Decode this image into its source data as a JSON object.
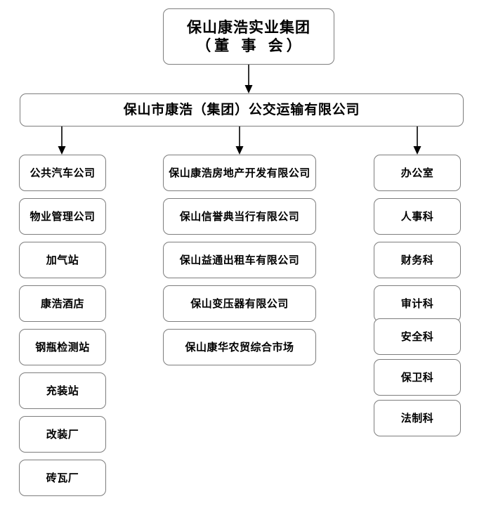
{
  "chart": {
    "title_root_line1": "保山康浩实业集团",
    "title_root_line2": "（董 事 会）",
    "level2": "保山市康浩（集团）公交运输有限公司",
    "columns": {
      "left": [
        "公共汽车公司",
        "物业管理公司",
        "加气站",
        "康浩酒店",
        "钢瓶检测站",
        "充装站",
        "改装厂",
        "砖瓦厂"
      ],
      "middle": [
        "保山康浩房地产开发有限公司",
        "保山信誉典当行有限公司",
        "保山益通出租车有限公司",
        "保山变压器有限公司",
        "保山康华农贸综合市场"
      ],
      "right": [
        "办公室",
        "人事科",
        "财务科",
        "审计科",
        "安全科",
        "保卫科",
        "法制科"
      ]
    }
  },
  "style": {
    "box_fill": "#ffffff",
    "box_border": "#7d7d7d",
    "text_color": "#000000",
    "connector_color": "#000000",
    "background": "#ffffff"
  }
}
